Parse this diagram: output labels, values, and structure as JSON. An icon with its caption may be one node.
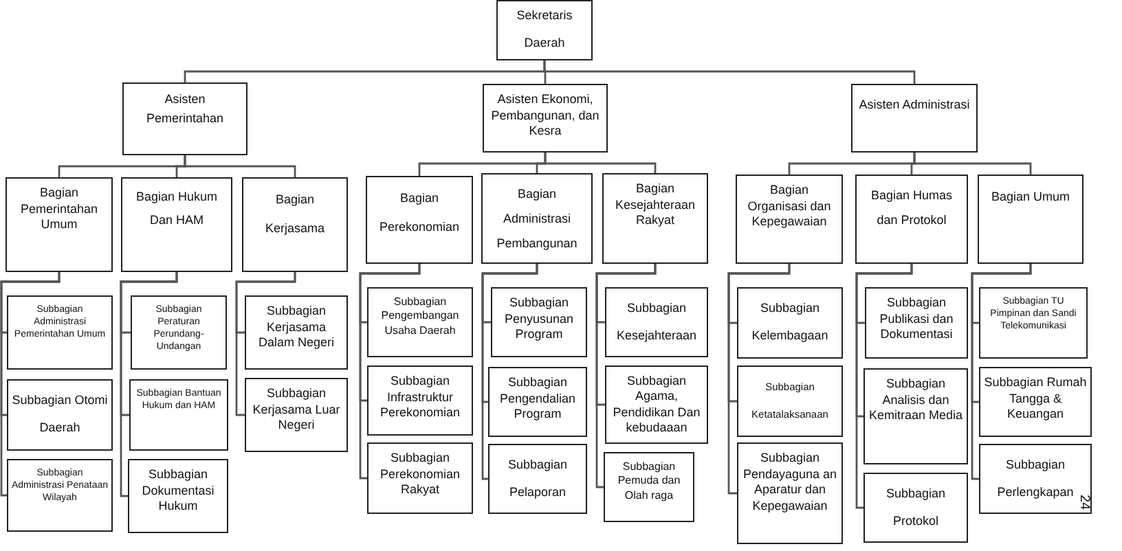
{
  "diagram": {
    "nodes": [
      {
        "text": [
          "Sekretaris Daerah"
        ]
      },
      {
        "text": [
          "Asisten Pemerintahan"
        ]
      },
      {
        "text": [
          "Asisten Ekonomi, Pembangunan, dan Kesra"
        ]
      },
      {
        "text": [
          "Asisten Administrasi"
        ]
      },
      {
        "text": [
          "Bagian Pemerintahan Umum"
        ]
      },
      {
        "text": [
          "Bagian Hukum Dan HAM"
        ]
      },
      {
        "text": [
          "Bagian Kerjasama"
        ]
      },
      {
        "text": [
          "Bagian Perekonomian"
        ]
      },
      {
        "text": [
          "Bagian Administrasi Pembangunan"
        ]
      },
      {
        "text": [
          "Bagian Kesejahteraan Rakyat"
        ]
      },
      {
        "text": [
          "Bagian Organisasi dan Kepegawaian"
        ]
      },
      {
        "text": [
          "Bagian Humas dan Protokol"
        ]
      },
      {
        "text": [
          "Bagian Umum"
        ]
      },
      {
        "text": [
          "Subbagian Administrasi Pemerintahan Umum"
        ]
      },
      {
        "text": [
          "Subbagian Otomi Daerah"
        ]
      },
      {
        "text": [
          "Subbagian Administrasi Penataan Wilayah"
        ]
      },
      {
        "text": [
          "Subbagian Peraturan Perundang-Undangan"
        ]
      },
      {
        "text": [
          "Subbagian Bantuan Hukum dan HAM"
        ]
      },
      {
        "text": [
          "Subbagian Dokumentasi Hukum"
        ]
      },
      {
        "text": [
          "Subbagian Kerjasama Dalam Negeri"
        ]
      },
      {
        "text": [
          "Subbagian Kerjasama Luar Negeri"
        ]
      },
      {
        "text": [
          "Subbagian Pengembangan Usaha Daerah"
        ]
      },
      {
        "text": [
          "Subbagian Infrastruktur Perekonomian"
        ]
      },
      {
        "text": [
          "Subbagian Perekonomian Rakyat"
        ]
      },
      {
        "text": [
          "Subbagian Penyusunan Program"
        ]
      },
      {
        "text": [
          "Subbagian Pengendalian Program"
        ]
      },
      {
        "text": [
          "Subbagian Pelaporan"
        ]
      },
      {
        "text": [
          "Subbagian Kesejahteraan"
        ]
      },
      {
        "text": [
          "Subbagian Agama, Pendidikan Dan kebudaaan"
        ]
      },
      {
        "text": [
          "Subbagian Pemuda dan Olah raga"
        ]
      },
      {
        "text": [
          "Subbagian Kelembagaan"
        ]
      },
      {
        "text": [
          "Subbagian Ketatalaksanaan"
        ]
      },
      {
        "text": [
          "Subbagian Pendayaguna an Aparatur dan Kepegawaian"
        ]
      },
      {
        "text": [
          "Subbagian Publikasi dan Dokumentasi"
        ]
      },
      {
        "text": [
          "Subbagian Analisis dan Kemitraan Media"
        ]
      },
      {
        "text": [
          "Subbagian Protokol"
        ]
      },
      {
        "text": [
          "Subbagian TU Pimpinan dan Sandi Telekomunikasi"
        ]
      },
      {
        "text": [
          "Subbagian Rumah Tangga & Keuangan"
        ]
      },
      {
        "text": [
          "Subbagian Perlengkapan"
        ]
      }
    ],
    "edges": [
      {
        "from": 0,
        "to": 1,
        "arrow": "none"
      },
      {
        "from": 0,
        "to": 2,
        "arrow": "none"
      },
      {
        "from": 0,
        "to": 3,
        "arrow": "none"
      },
      {
        "from": 1,
        "to": 4,
        "arrow": "none"
      },
      {
        "from": 1,
        "to": 5,
        "arrow": "none"
      },
      {
        "from": 1,
        "to": 6,
        "arrow": "none"
      },
      {
        "from": 2,
        "to": 7,
        "arrow": "none"
      },
      {
        "from": 2,
        "to": 8,
        "arrow": "none"
      },
      {
        "from": 2,
        "to": 9,
        "arrow": "none"
      },
      {
        "from": 3,
        "to": 10,
        "arrow": "none"
      },
      {
        "from": 3,
        "to": 11,
        "arrow": "none"
      },
      {
        "from": 3,
        "to": 12,
        "arrow": "none"
      },
      {
        "from": 4,
        "to": 13,
        "arrow": "none"
      },
      {
        "from": 4,
        "to": 14,
        "arrow": "none"
      },
      {
        "from": 4,
        "to": 15,
        "arrow": "none"
      },
      {
        "from": 5,
        "to": 16,
        "arrow": "none"
      },
      {
        "from": 5,
        "to": 17,
        "arrow": "none"
      },
      {
        "from": 5,
        "to": 18,
        "arrow": "none"
      },
      {
        "from": 6,
        "to": 19,
        "arrow": "none"
      },
      {
        "from": 6,
        "to": 20,
        "arrow": "none"
      },
      {
        "from": 7,
        "to": 21,
        "arrow": "none"
      },
      {
        "from": 7,
        "to": 22,
        "arrow": "none"
      },
      {
        "from": 7,
        "to": 23,
        "arrow": "none"
      },
      {
        "from": 8,
        "to": 24,
        "arrow": "none"
      },
      {
        "from": 8,
        "to": 25,
        "arrow": "none"
      },
      {
        "from": 8,
        "to": 26,
        "arrow": "none"
      },
      {
        "from": 9,
        "to": 27,
        "arrow": "none"
      },
      {
        "from": 9,
        "to": 28,
        "arrow": "none"
      },
      {
        "from": 9,
        "to": 29,
        "arrow": "none"
      },
      {
        "from": 10,
        "to": 30,
        "arrow": "none"
      },
      {
        "from": 10,
        "to": 31,
        "arrow": "none"
      },
      {
        "from": 10,
        "to": 32,
        "arrow": "none"
      },
      {
        "from": 11,
        "to": 33,
        "arrow": "none"
      },
      {
        "from": 11,
        "to": 34,
        "arrow": "none"
      },
      {
        "from": 11,
        "to": 35,
        "arrow": "none"
      },
      {
        "from": 12,
        "to": 36,
        "arrow": "none"
      },
      {
        "from": 12,
        "to": 37,
        "arrow": "none"
      },
      {
        "from": 12,
        "to": 38,
        "arrow": "none"
      }
    ],
    "labels": [
      "24"
    ]
  }
}
